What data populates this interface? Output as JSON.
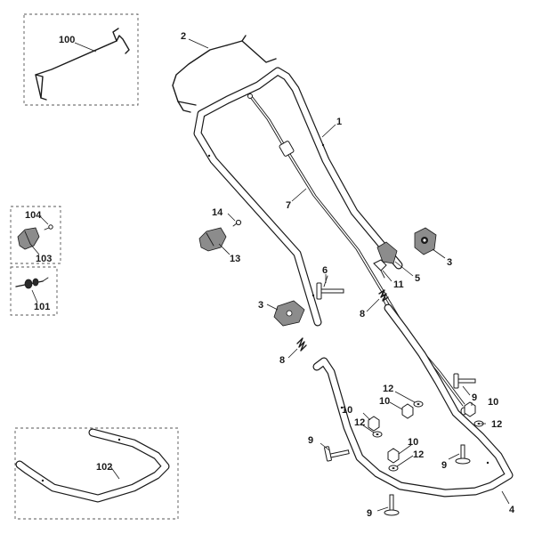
{
  "diagram": {
    "callouts": {
      "c100": "100",
      "c2": "2",
      "c1": "1",
      "c7": "7",
      "c14": "14",
      "c13": "13",
      "c104": "104",
      "c103": "103",
      "c101": "101",
      "c6": "6",
      "c11": "11",
      "c5": "5",
      "c3a": "3",
      "c3b": "3",
      "c8a": "8",
      "c8b": "8",
      "c12a": "12",
      "c10a": "10",
      "c9a": "9",
      "c10b": "10",
      "c12b": "12",
      "c12c": "12",
      "c10c": "10",
      "c9b": "9",
      "c10d": "10",
      "c12d": "12",
      "c9c": "9",
      "c102": "102",
      "c9d": "9",
      "c4": "4"
    }
  }
}
